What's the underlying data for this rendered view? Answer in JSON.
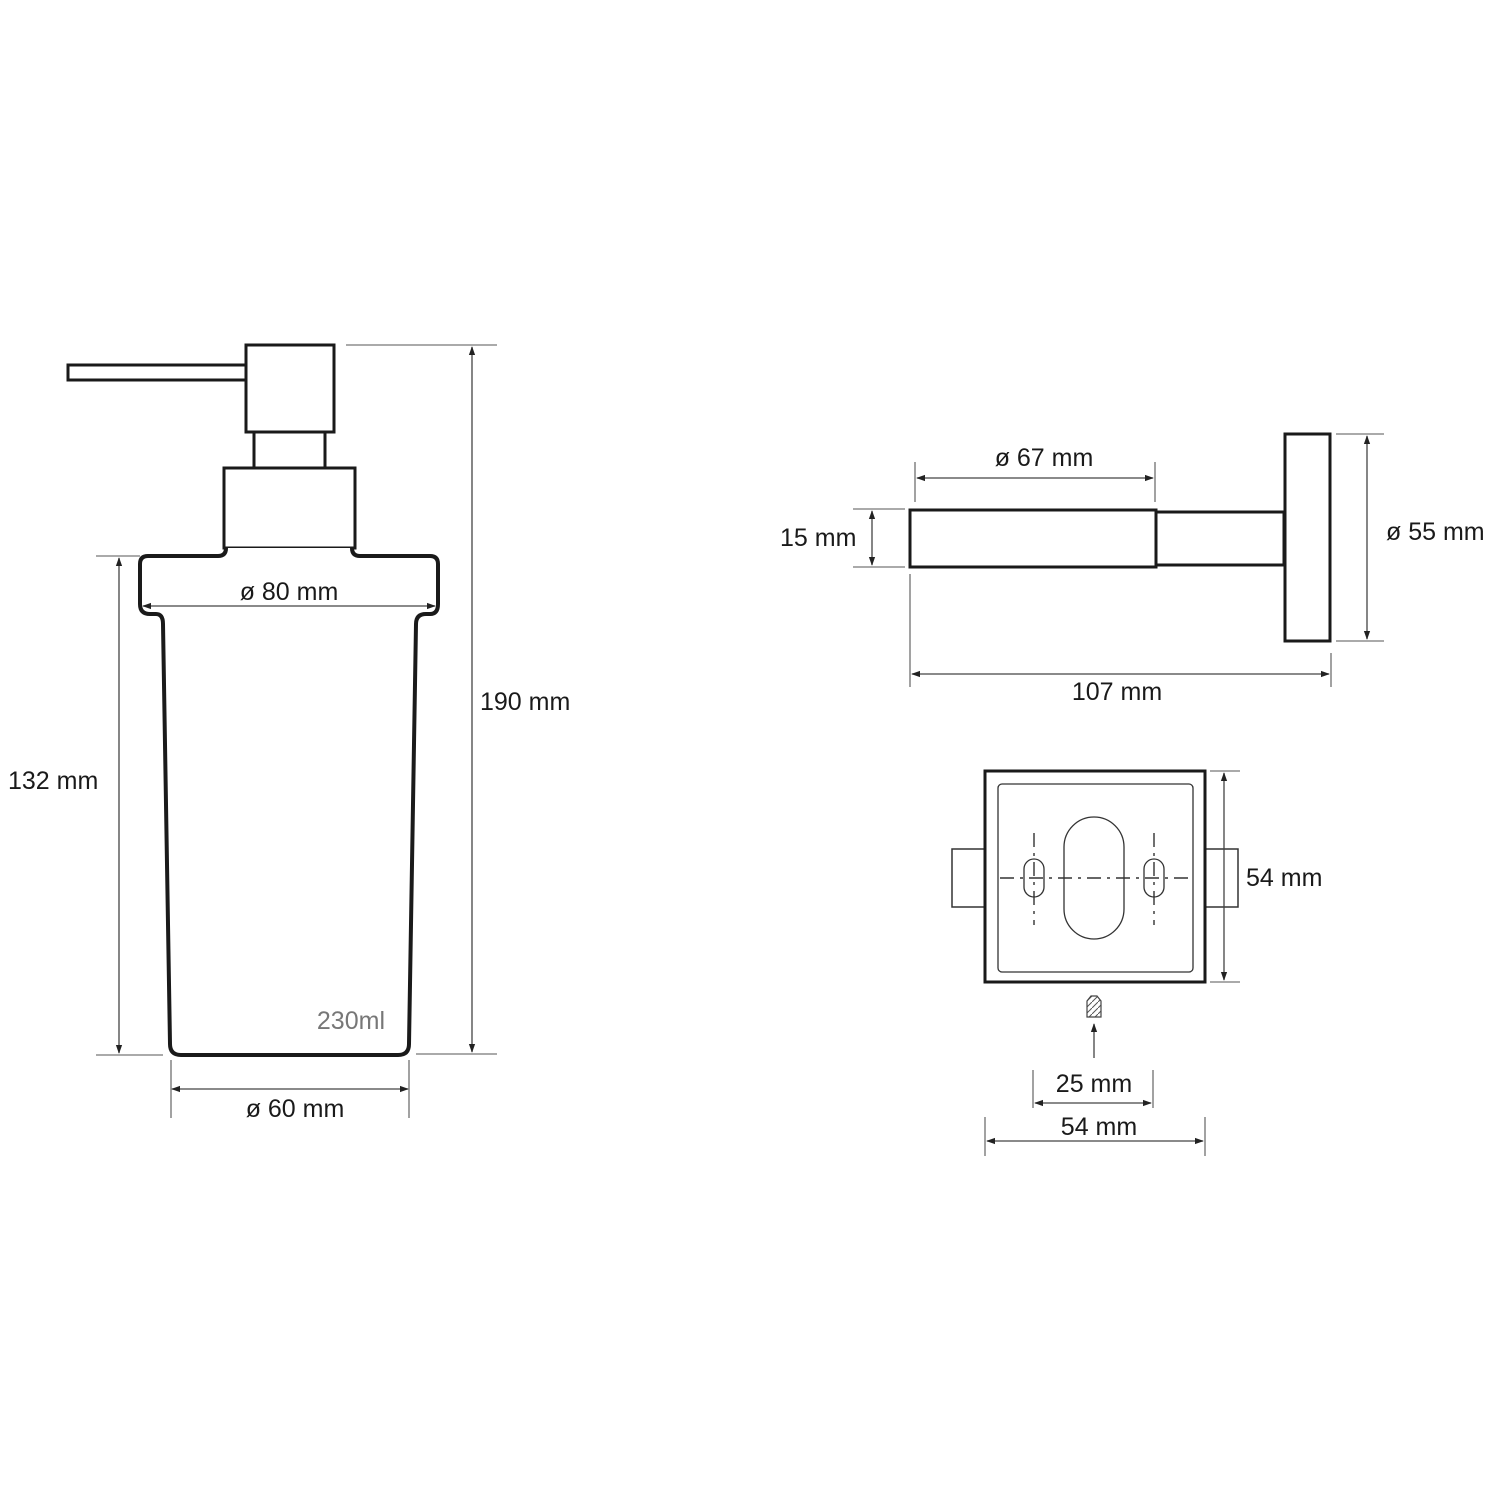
{
  "drawing": {
    "subject": "Wall-mounted soap dispenser technical drawing",
    "colors": {
      "line": "#1a1a1a",
      "background": "#ffffff",
      "capacity_text": "#777777"
    }
  },
  "dispenser_view": {
    "top_width": "ø 80 mm",
    "bottom_width": "ø 60 mm",
    "container_height": "132 mm",
    "total_height": "190 mm",
    "capacity": "230ml"
  },
  "side_view": {
    "holder_length": "ø 67 mm",
    "holder_height": "15 mm",
    "flange_diameter": "ø 55 mm",
    "total_depth": "107 mm"
  },
  "wall_plate_view": {
    "plate_height": "54 mm",
    "hole_spacing": "25 mm",
    "plate_width": "54 mm"
  }
}
